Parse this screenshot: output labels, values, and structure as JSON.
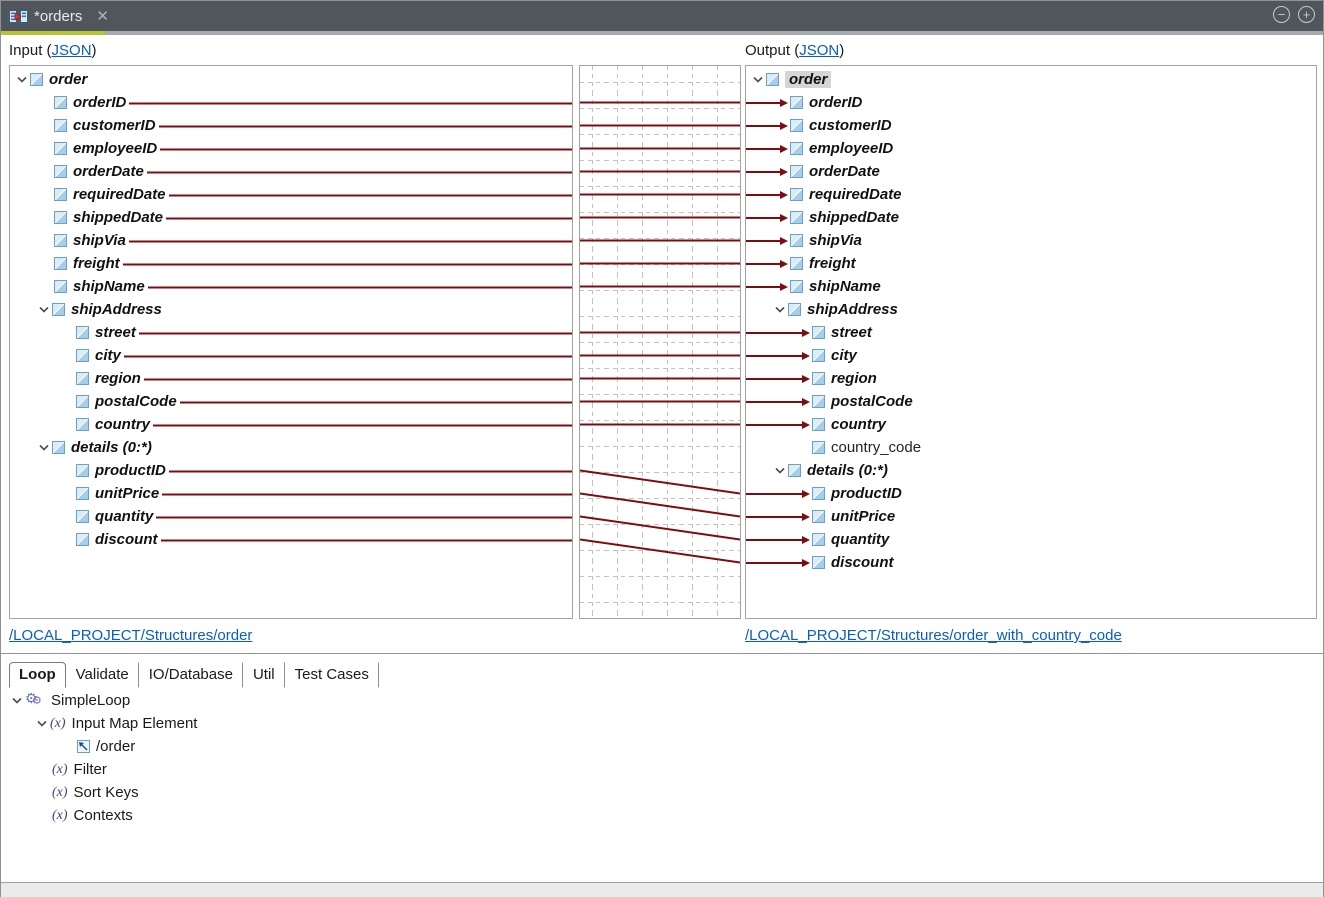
{
  "window": {
    "tab_title": "*orders",
    "close_label": "✕",
    "zoom_out_label": "−",
    "zoom_in_label": "+"
  },
  "colors": {
    "mapping_line": "#7d0d10",
    "link_blue": "#0a5dc2",
    "active_tab_underline": "#b6c532",
    "tabbar_bg": "#51565d",
    "selection_gray": "#d5d5d5"
  },
  "input": {
    "title_prefix": "Input (",
    "format_link": "JSON",
    "title_suffix": ")",
    "source_link": "/LOCAL_PROJECT/Structures/order",
    "nodes": [
      {
        "label": "order",
        "level": 0,
        "kind": "parent"
      },
      {
        "label": "orderID",
        "level": 1,
        "kind": "mapped"
      },
      {
        "label": "customerID",
        "level": 1,
        "kind": "mapped"
      },
      {
        "label": "employeeID",
        "level": 1,
        "kind": "mapped"
      },
      {
        "label": "orderDate",
        "level": 1,
        "kind": "mapped"
      },
      {
        "label": "requiredDate",
        "level": 1,
        "kind": "mapped"
      },
      {
        "label": "shippedDate",
        "level": 1,
        "kind": "mapped"
      },
      {
        "label": "shipVia",
        "level": 1,
        "kind": "mapped"
      },
      {
        "label": "freight",
        "level": 1,
        "kind": "mapped"
      },
      {
        "label": "shipName",
        "level": 1,
        "kind": "mapped"
      },
      {
        "label": "shipAddress",
        "level": 1,
        "kind": "parent"
      },
      {
        "label": "street",
        "level": 2,
        "kind": "mapped"
      },
      {
        "label": "city",
        "level": 2,
        "kind": "mapped"
      },
      {
        "label": "region",
        "level": 2,
        "kind": "mapped"
      },
      {
        "label": "postalCode",
        "level": 2,
        "kind": "mapped"
      },
      {
        "label": "country",
        "level": 2,
        "kind": "mapped"
      },
      {
        "label": "details (0:*)",
        "level": 1,
        "kind": "parent"
      },
      {
        "label": "productID",
        "level": 2,
        "kind": "mapped"
      },
      {
        "label": "unitPrice",
        "level": 2,
        "kind": "mapped"
      },
      {
        "label": "quantity",
        "level": 2,
        "kind": "mapped"
      },
      {
        "label": "discount",
        "level": 2,
        "kind": "mapped"
      }
    ]
  },
  "output": {
    "title_prefix": "Output (",
    "format_link": "JSON",
    "title_suffix": ")",
    "source_link": "/LOCAL_PROJECT/Structures/order_with_country_code",
    "nodes": [
      {
        "label": "order",
        "level": 0,
        "kind": "parent",
        "selected": true
      },
      {
        "label": "orderID",
        "level": 1,
        "kind": "mapped"
      },
      {
        "label": "customerID",
        "level": 1,
        "kind": "mapped"
      },
      {
        "label": "employeeID",
        "level": 1,
        "kind": "mapped"
      },
      {
        "label": "orderDate",
        "level": 1,
        "kind": "mapped"
      },
      {
        "label": "requiredDate",
        "level": 1,
        "kind": "mapped"
      },
      {
        "label": "shippedDate",
        "level": 1,
        "kind": "mapped"
      },
      {
        "label": "shipVia",
        "level": 1,
        "kind": "mapped"
      },
      {
        "label": "freight",
        "level": 1,
        "kind": "mapped"
      },
      {
        "label": "shipName",
        "level": 1,
        "kind": "mapped"
      },
      {
        "label": "shipAddress",
        "level": 1,
        "kind": "parent"
      },
      {
        "label": "street",
        "level": 2,
        "kind": "mapped"
      },
      {
        "label": "city",
        "level": 2,
        "kind": "mapped"
      },
      {
        "label": "region",
        "level": 2,
        "kind": "mapped"
      },
      {
        "label": "postalCode",
        "level": 2,
        "kind": "mapped"
      },
      {
        "label": "country",
        "level": 2,
        "kind": "mapped"
      },
      {
        "label": "country_code",
        "level": 2,
        "kind": "plain"
      },
      {
        "label": "details (0:*)",
        "level": 1,
        "kind": "parent"
      },
      {
        "label": "productID",
        "level": 2,
        "kind": "mapped"
      },
      {
        "label": "unitPrice",
        "level": 2,
        "kind": "mapped"
      },
      {
        "label": "quantity",
        "level": 2,
        "kind": "mapped"
      },
      {
        "label": "discount",
        "level": 2,
        "kind": "mapped"
      }
    ]
  },
  "mappings": [
    {
      "from": 1,
      "to": 1
    },
    {
      "from": 2,
      "to": 2
    },
    {
      "from": 3,
      "to": 3
    },
    {
      "from": 4,
      "to": 4
    },
    {
      "from": 5,
      "to": 5
    },
    {
      "from": 6,
      "to": 6
    },
    {
      "from": 7,
      "to": 7
    },
    {
      "from": 8,
      "to": 8
    },
    {
      "from": 9,
      "to": 9
    },
    {
      "from": 11,
      "to": 11
    },
    {
      "from": 12,
      "to": 12
    },
    {
      "from": 13,
      "to": 13
    },
    {
      "from": 14,
      "to": 14
    },
    {
      "from": 15,
      "to": 15
    },
    {
      "from": 17,
      "to": 18
    },
    {
      "from": 18,
      "to": 19
    },
    {
      "from": 19,
      "to": 20
    },
    {
      "from": 20,
      "to": 21
    }
  ],
  "bottom": {
    "tabs": [
      {
        "label": "Loop",
        "active": true
      },
      {
        "label": "Validate",
        "active": false
      },
      {
        "label": "IO/Database",
        "active": false
      },
      {
        "label": "Util",
        "active": false
      },
      {
        "label": "Test Cases",
        "active": false
      }
    ],
    "loop_tree": [
      {
        "label": "SimpleLoop",
        "level": 0,
        "icon": "gears",
        "chevron": true
      },
      {
        "label": "Input Map Element",
        "level": 1,
        "icon": "fx",
        "chevron": true
      },
      {
        "label": "/order",
        "level": 2,
        "icon": "mapped-element",
        "chevron": false
      },
      {
        "label": "Filter",
        "level": 1,
        "icon": "fx",
        "chevron": false
      },
      {
        "label": "Sort Keys",
        "level": 1,
        "icon": "fx",
        "chevron": false
      },
      {
        "label": "Contexts",
        "level": 1,
        "icon": "fx",
        "chevron": false
      }
    ]
  }
}
